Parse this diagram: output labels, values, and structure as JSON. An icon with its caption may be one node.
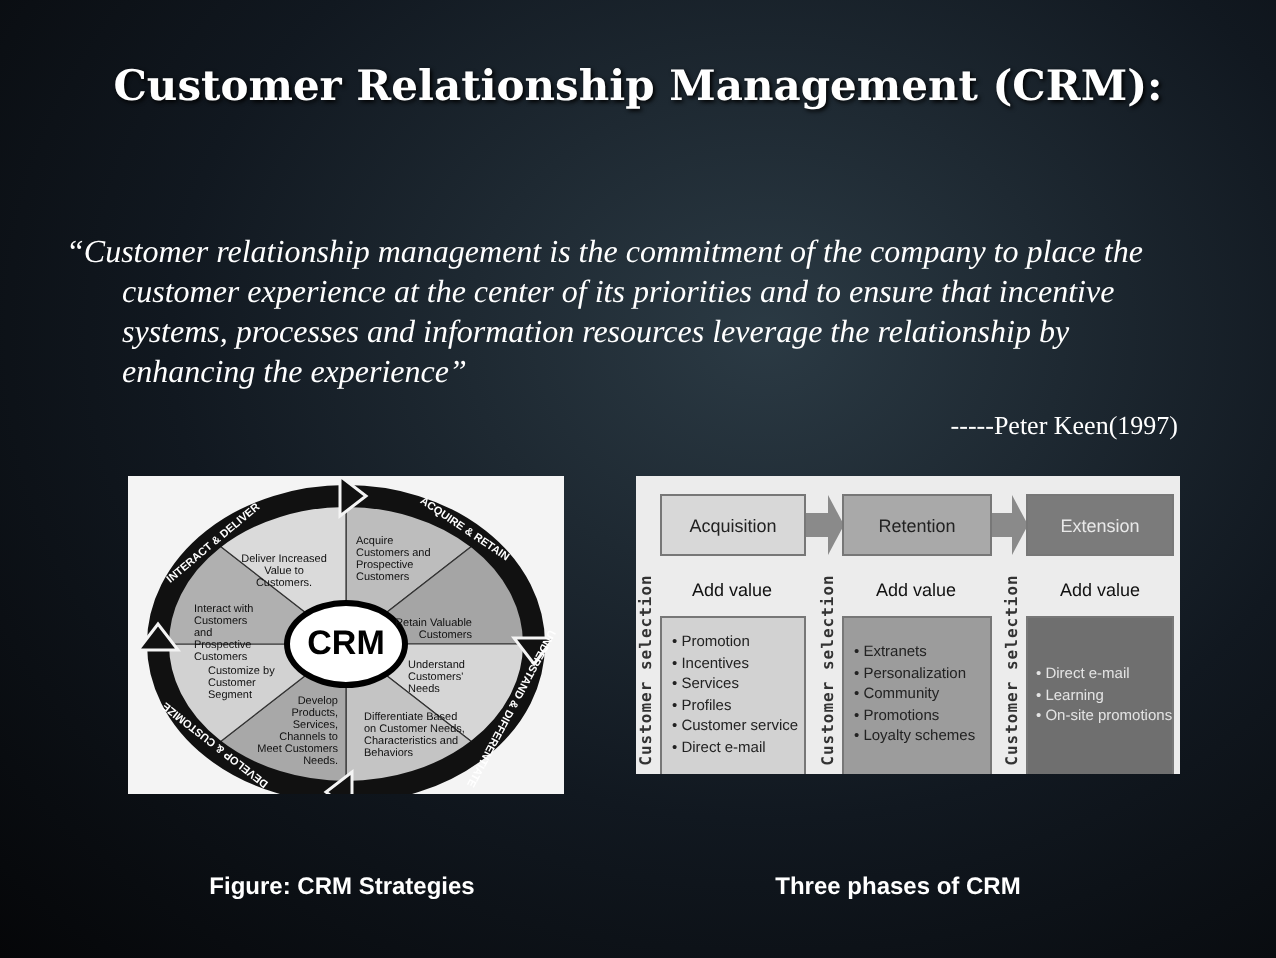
{
  "diagram": {
    "title": "Customer Relationship Management (CRM):",
    "nodes": [
      {
        "text": [
          "CRM"
        ]
      },
      {
        "text": [
          "Acquisition"
        ]
      },
      {
        "text": [
          "Retention"
        ]
      },
      {
        "text": [
          "Extension"
        ]
      },
      {
        "text": [
          "• Promotion",
          "• Incentives",
          "• Services",
          "• Profiles",
          "• Customer service",
          "• Direct e-mail"
        ]
      },
      {
        "text": [
          "• Extranets",
          "• Personalization",
          "• Community",
          "• Promotions",
          "• Loyalty schemes"
        ]
      },
      {
        "text": [
          "• Direct e-mail",
          "• Learning",
          "• On-site promotions"
        ]
      }
    ],
    "edges": [
      {
        "from": 1,
        "to": 2,
        "arrow": "to"
      },
      {
        "from": 2,
        "to": 3,
        "arrow": "to"
      }
    ],
    "labels": [
      "“Customer relationship management is the commitment of the company to place the customer experience at the center of its priorities and to ensure that incentive systems, processes and information resources leverage the relationship by enhancing the experience”",
      "-----Peter Keen(1997)",
      "INTERACT & DELIVER",
      "ACQUIRE & RETAIN",
      "Deliver Increased Value to Customers.",
      "Acquire Customers and Prospective Customers",
      "Interact with Customers and Prospective Customers",
      "Retain Valuable Customers",
      "UNDERSTAND & DIFFERENTIATE",
      "Customize by Customer Segment",
      "Understand Customers' Needs",
      "Develop Products, Services, Channels to Meet Customers Needs.",
      "Differentiate Based on Customer Needs, Characteristics and Behaviors",
      "DEVELOP & CUSTOMIZE",
      "Add value",
      "Add value",
      "Add value",
      "Customer selection",
      "Customer selection",
      "Customer selection",
      "Figure: CRM Strategies",
      "Three phases of CRM"
    ]
  }
}
